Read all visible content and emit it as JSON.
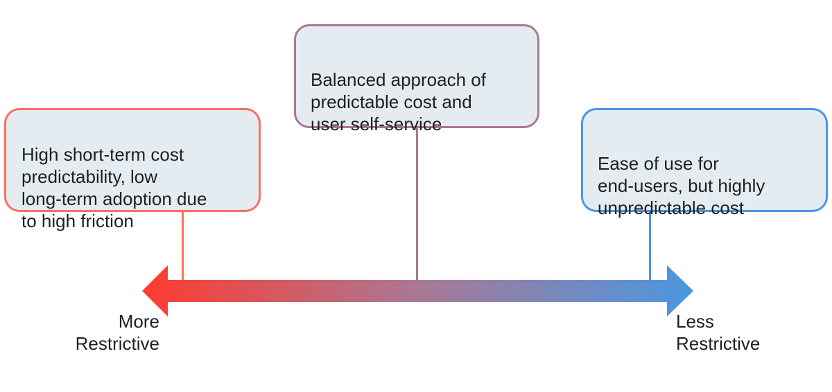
{
  "colors": {
    "restrictive": "#ff3b2f",
    "balanced": "#a97895",
    "permissive": "#4a97e0",
    "box_fill": "#e4ecf1"
  },
  "boxes": {
    "left": "High short-term cost\npredictability, low\nlong-term adoption due\nto high friction",
    "center": "Balanced approach of\npredictable cost and\nuser self-service",
    "right": "Ease of use for\nend-users, but highly\nunpredictable cost"
  },
  "axis": {
    "left_label": "More\nRestrictive",
    "right_label": "Less\nRestrictive"
  }
}
